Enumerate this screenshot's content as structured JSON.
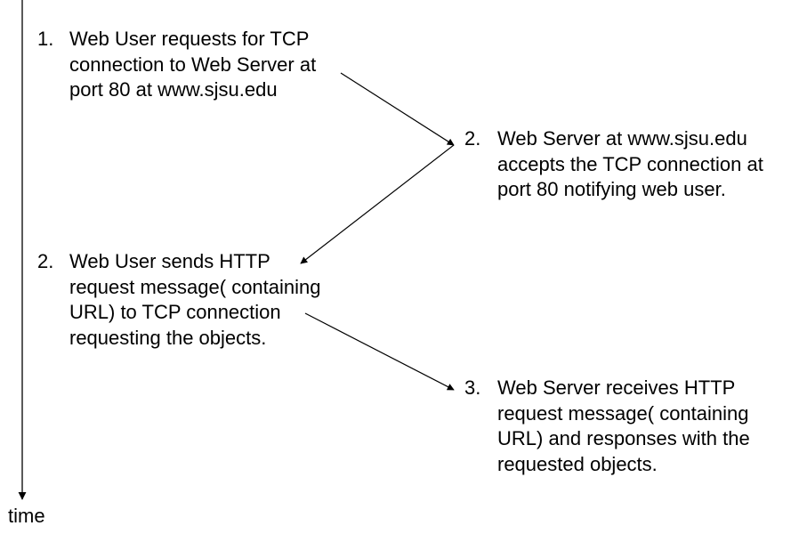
{
  "time_axis": {
    "label": "time"
  },
  "steps": [
    {
      "number": "1.",
      "lines": [
        "Web User requests for TCP",
        "connection to Web Server at",
        "port 80 at www.sjsu.edu"
      ]
    },
    {
      "number": "2.",
      "lines": [
        "Web Server at www.sjsu.edu",
        "accepts the TCP connection at",
        "port 80 notifying web user."
      ]
    },
    {
      "number": "2.",
      "lines": [
        "Web User sends HTTP",
        "request message( containing",
        "URL)  to TCP connection",
        "requesting the objects."
      ]
    },
    {
      "number": "3.",
      "lines": [
        "Web Server receives HTTP",
        "request message( containing",
        "URL) and responses with the",
        "requested objects."
      ]
    }
  ],
  "colors": {
    "line": "#000000",
    "text": "#000000",
    "background": "#ffffff"
  }
}
